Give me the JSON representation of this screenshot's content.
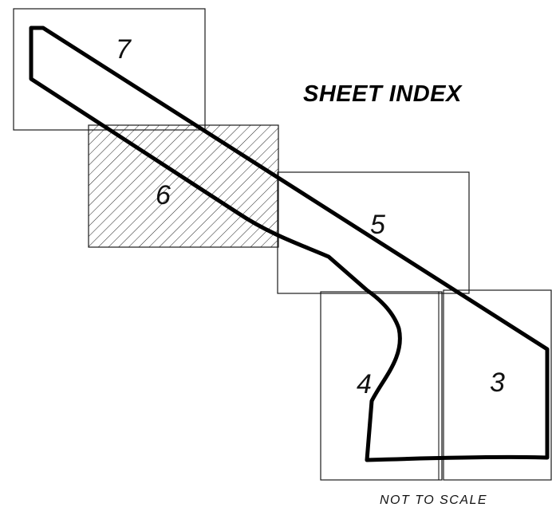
{
  "title": "SHEET INDEX",
  "note": "NOT TO SCALE",
  "sheets": [
    {
      "id": "7",
      "label": "7",
      "highlighted": false
    },
    {
      "id": "6",
      "label": "6",
      "highlighted": true
    },
    {
      "id": "5",
      "label": "5",
      "highlighted": false
    },
    {
      "id": "4",
      "label": "4",
      "highlighted": false
    },
    {
      "id": "3",
      "label": "3",
      "highlighted": false
    }
  ],
  "colors": {
    "line": "#000000",
    "background": "#ffffff"
  }
}
